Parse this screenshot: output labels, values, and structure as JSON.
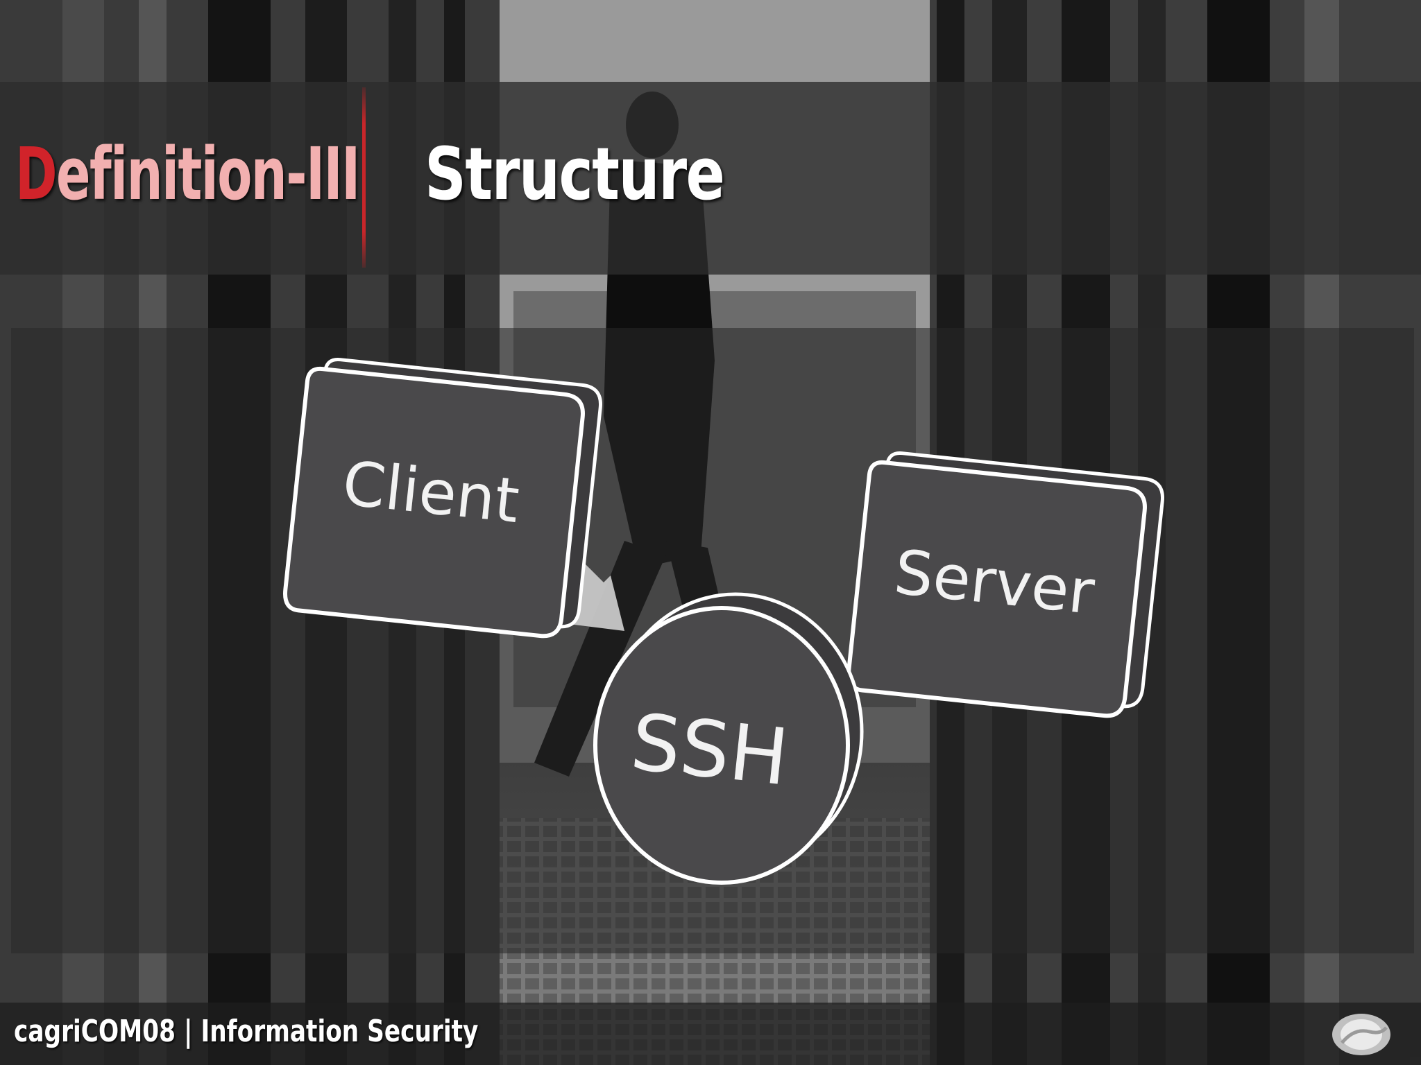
{
  "slide": {
    "title_first_letter": "D",
    "title_rest": "efinition-III",
    "subtitle": "Structure",
    "footer_author": "cagriCOM08",
    "footer_separator": " | ",
    "footer_topic": "Information Security"
  },
  "diagram": {
    "nodes": {
      "client": "Client",
      "ssh": "SSH",
      "server": "Server"
    }
  },
  "colors": {
    "accent_red": "#d1232a",
    "title_pink": "#f2b0b0",
    "node_fill": "#4a494b",
    "node_stroke": "#ffffff",
    "arrow_fill": "#c8c8c8"
  },
  "icons": {
    "logo": "hand-globe-icon"
  }
}
